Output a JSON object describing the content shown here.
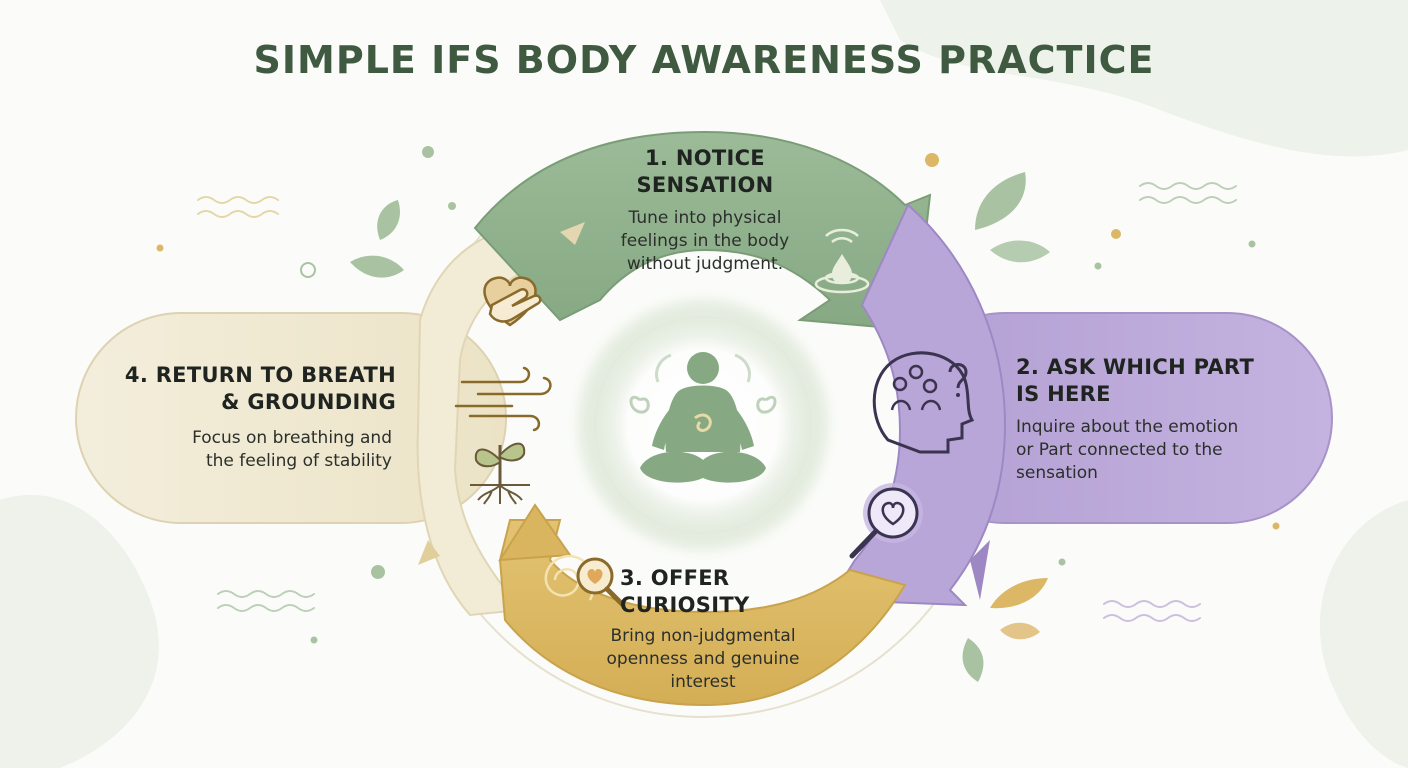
{
  "title": "SIMPLE IFS BODY AWARENESS PRACTICE",
  "colors": {
    "title": "#3f5a40",
    "notice": "#8fb08c",
    "ask": "#b8a5d6",
    "curiosity": "#d9b560",
    "return": "#f0e9d2",
    "center": "#7e9f7c"
  },
  "steps": {
    "notice": {
      "title_line1": "1. NOTICE",
      "title_line2": "SENSATION",
      "desc_line1": "Tune into physical",
      "desc_line2": "feelings in the body",
      "desc_line3": "without judgment.",
      "icon": "water-drop-ripple-icon"
    },
    "ask": {
      "title_line1": "2. ASK WHICH PART",
      "title_line2": "IS HERE",
      "desc_line1": "Inquire about the emotion",
      "desc_line2": "or Part connected to the",
      "desc_line3": "sensation",
      "icons": [
        "head-with-parts-icon",
        "magnifier-heart-icon"
      ]
    },
    "curiosity": {
      "title_line1": "3. OFFER",
      "title_line2": "CURIOSITY",
      "desc_line1": "Bring non-judgmental",
      "desc_line2": "openness and genuine",
      "desc_line3": "interest",
      "icon": "spiral-magnifier-heart-icon"
    },
    "return": {
      "title_line1": "4. RETURN TO BREATH",
      "title_line2": "& GROUNDING",
      "desc_line1": "Focus on breathing and",
      "desc_line2": "the feeling of stability",
      "icons": [
        "hand-on-heart-icon",
        "wind-breath-icon",
        "sprout-roots-icon"
      ]
    }
  },
  "center_icon": "meditating-figure-icon"
}
